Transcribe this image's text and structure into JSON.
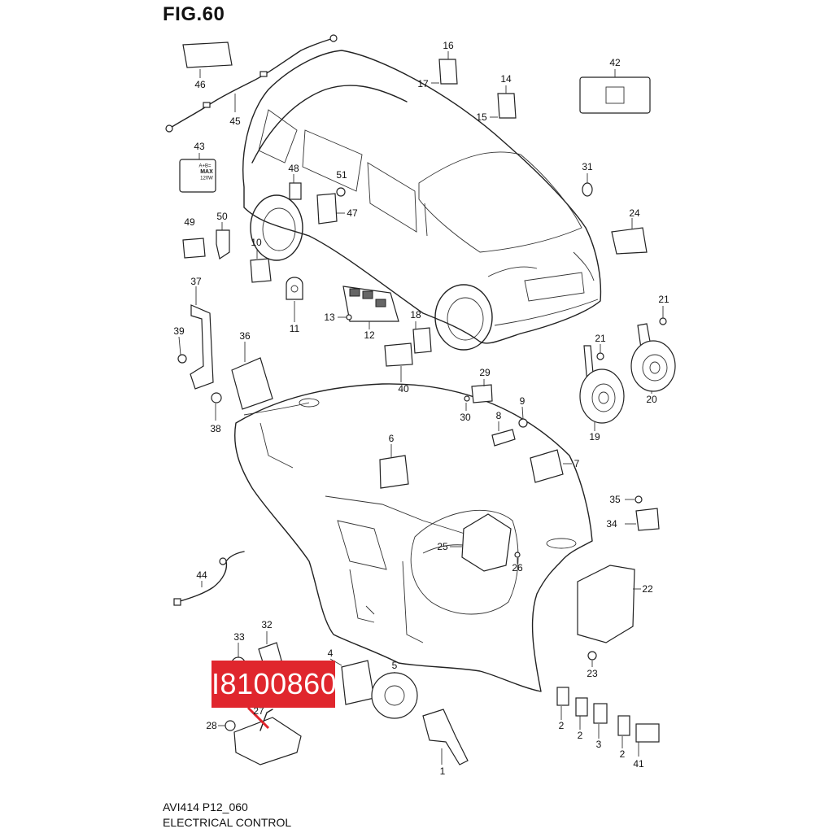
{
  "figure": {
    "title": "FIG.60",
    "code": "AVI414 P12_060",
    "name": "ELECTRICAL CONTROL"
  },
  "callout": {
    "label": "I8100860",
    "color": "#e0262d"
  },
  "parts": {
    "p1": "1",
    "p2a": "2",
    "p2b": "2",
    "p2c": "2",
    "p3": "3",
    "p4": "4",
    "p5": "5",
    "p6": "6",
    "p7": "7",
    "p8": "8",
    "p9": "9",
    "p10": "10",
    "p11": "11",
    "p12": "12",
    "p13": "13",
    "p14": "14",
    "p15": "15",
    "p16": "16",
    "p17": "17",
    "p18": "18",
    "p19": "19",
    "p20": "20",
    "p21a": "21",
    "p21b": "21",
    "p22": "22",
    "p23": "23",
    "p24": "24",
    "p25": "25",
    "p26": "26",
    "p27": "27",
    "p28": "28",
    "p29": "29",
    "p30": "30",
    "p31": "31",
    "p32": "32",
    "p33": "33",
    "p34": "34",
    "p35": "35",
    "p36": "36",
    "p37": "37",
    "p38": "38",
    "p39": "39",
    "p40": "40",
    "p41": "41",
    "p42": "42",
    "p43": "43",
    "p44": "44",
    "p45": "45",
    "p46": "46",
    "p47": "47",
    "p48": "48",
    "p49": "49",
    "p50": "50",
    "p51": "51"
  },
  "label_43": {
    "line1": "A+B=",
    "line2": "MAX",
    "line3": "120W"
  }
}
